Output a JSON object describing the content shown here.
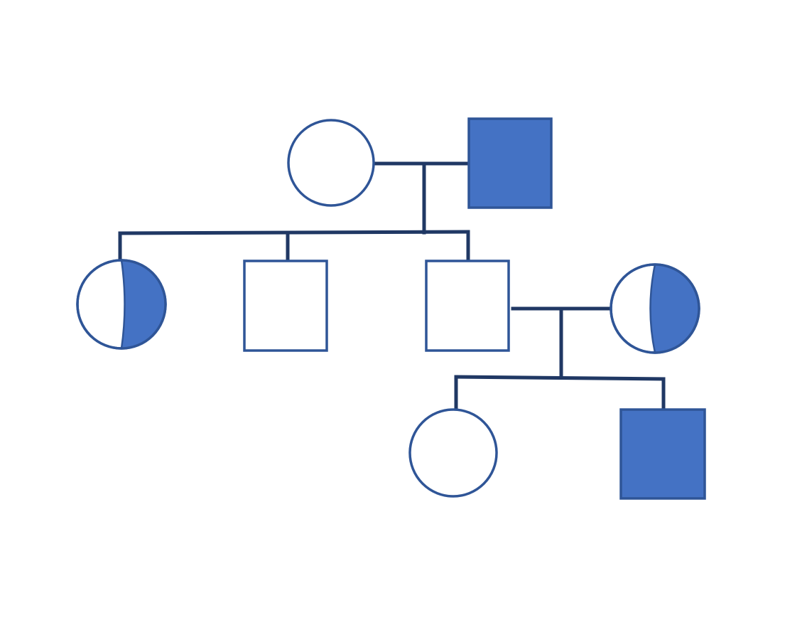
{
  "colors": {
    "line": "#203864",
    "outline": "#2f5597",
    "affected": "#4472c4",
    "unaffected": "#ffffff"
  },
  "pedigree": {
    "individuals": [
      {
        "id": "gen1-mother",
        "sex": "female",
        "status": "unaffected"
      },
      {
        "id": "gen1-father",
        "sex": "male",
        "status": "affected"
      },
      {
        "id": "gen2-daughter",
        "sex": "female",
        "status": "carrier"
      },
      {
        "id": "gen2-son-1",
        "sex": "male",
        "status": "unaffected"
      },
      {
        "id": "gen2-son-2",
        "sex": "male",
        "status": "unaffected"
      },
      {
        "id": "gen2-spouse",
        "sex": "female",
        "status": "carrier"
      },
      {
        "id": "gen3-daughter",
        "sex": "female",
        "status": "unaffected"
      },
      {
        "id": "gen3-son",
        "sex": "male",
        "status": "affected"
      }
    ]
  }
}
